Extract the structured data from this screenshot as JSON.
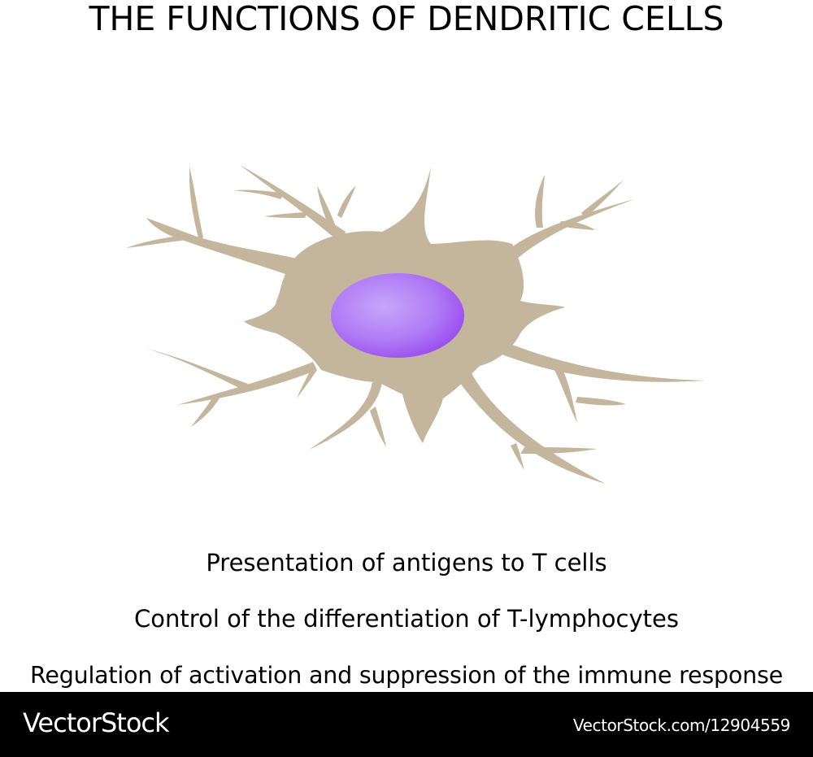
{
  "title": "THE FUNCTIONS OF DENDRITIC CELLS",
  "functions": [
    "Presentation of antigens to T cells",
    "Control of the differentiation of T-lymphocytes",
    "Regulation of activation and suppression of the immune response"
  ],
  "footer": {
    "brand": "VectorStock",
    "ref": "VectorStock.com/12904559"
  },
  "colors": {
    "cell_body": "#c4b59d",
    "nucleus": "#a96af2",
    "footer_bg": "#000000"
  }
}
